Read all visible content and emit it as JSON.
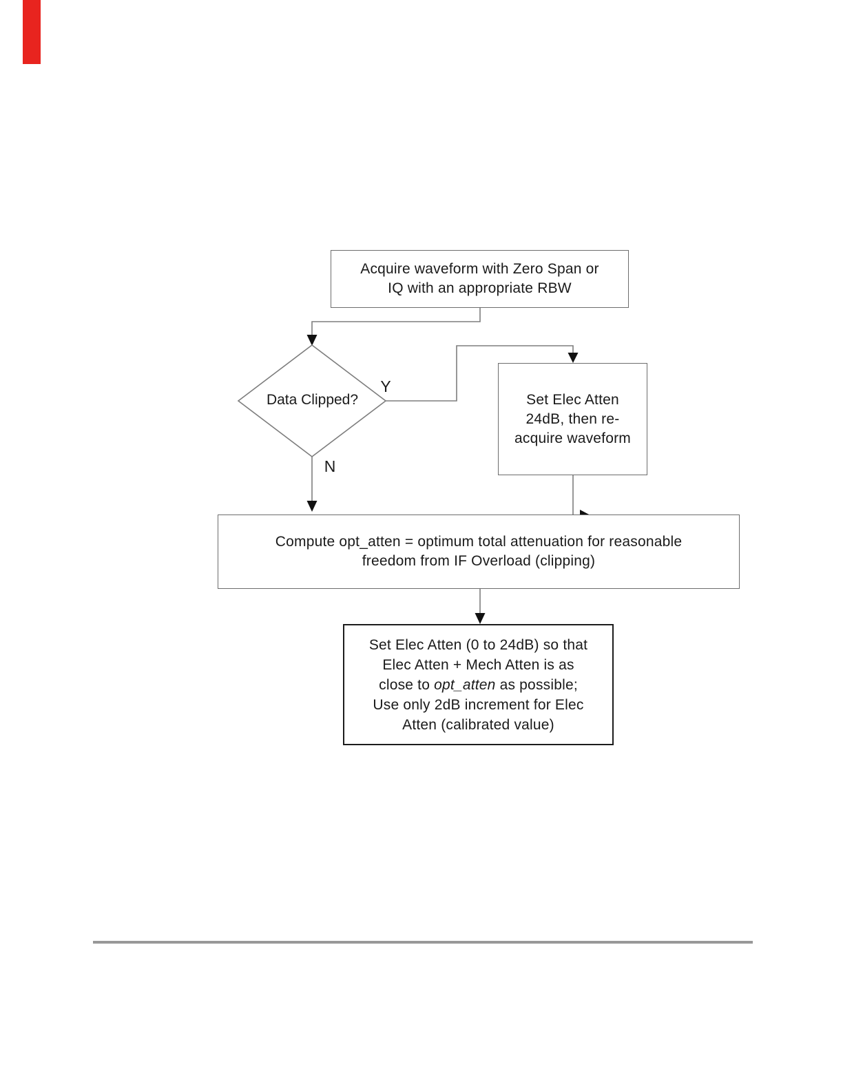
{
  "page": {
    "background_color": "#ffffff",
    "red_marker_color": "#e8241f",
    "footer_rule_color": "#989898",
    "line_color": "#7d7d7d",
    "arrowhead_color": "#111111"
  },
  "flowchart": {
    "acquire_box": {
      "lines": [
        "Acquire waveform with Zero Span or",
        "IQ with an appropriate RBW"
      ]
    },
    "decision": {
      "label": "Data Clipped?",
      "yes_label": "Y",
      "no_label": "N"
    },
    "set_atten_24_box": {
      "lines": [
        "Set Elec Atten",
        "24dB, then re-",
        "acquire waveform"
      ]
    },
    "compute_box": {
      "lines": [
        "Compute opt_atten = optimum total attenuation for reasonable",
        "freedom from IF Overload (clipping)"
      ]
    },
    "set_atten_final_box": {
      "line1": "Set Elec Atten (0 to 24dB) so that",
      "line2": "Elec Atten + Mech Atten is as",
      "line3_prefix": "close to ",
      "line3_italic": "opt_atten",
      "line3_suffix": " as possible;",
      "line4": "Use only 2dB increment for Elec",
      "line5": "Atten (calibrated value)"
    }
  }
}
